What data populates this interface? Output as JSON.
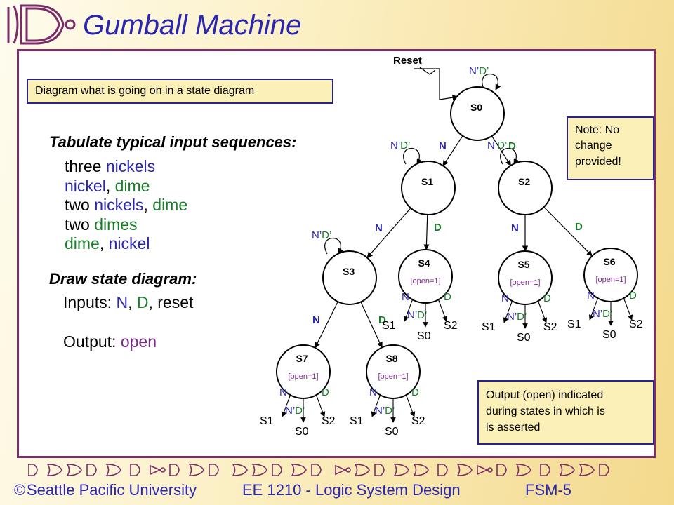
{
  "slide": {
    "title": "Gumball Machine",
    "intro": "Diagram what is going on in a state diagram",
    "heading_sequences": "Tabulate typical input sequences:",
    "sequences": [
      [
        {
          "t": "three ",
          "c": "black"
        },
        {
          "t": "nickels",
          "c": "nickel"
        }
      ],
      [
        {
          "t": "nickel",
          "c": "nickel"
        },
        {
          "t": ", ",
          "c": "black"
        },
        {
          "t": "dime",
          "c": "dime"
        }
      ],
      [
        {
          "t": "two ",
          "c": "black"
        },
        {
          "t": "nickels",
          "c": "nickel"
        },
        {
          "t": ", ",
          "c": "black"
        },
        {
          "t": "dime",
          "c": "dime"
        }
      ],
      [
        {
          "t": "two ",
          "c": "black"
        },
        {
          "t": "dimes",
          "c": "dime"
        }
      ],
      [
        {
          "t": "dime",
          "c": "dime"
        },
        {
          "t": ", ",
          "c": "black"
        },
        {
          "t": "nickel",
          "c": "nickel"
        }
      ]
    ],
    "heading_draw": "Draw state diagram:",
    "inputs_label": "Inputs: ",
    "inputs_n": "N",
    "inputs_sep1": ", ",
    "inputs_d": "D",
    "inputs_rest": ", reset",
    "output_label": "Output: ",
    "output_value": "open",
    "note_no_change": [
      "Note: No",
      "change",
      "provided!"
    ],
    "note_output": [
      "Output (open) indicated",
      "during states in which is",
      "is asserted"
    ]
  },
  "diagram": {
    "reset_label": "Reset",
    "open_label": "[open=1]",
    "nd_label": "N’D’",
    "n_label": "N",
    "d_label": "D",
    "states": [
      {
        "id": "S0",
        "open": false
      },
      {
        "id": "S1",
        "open": false
      },
      {
        "id": "S2",
        "open": false
      },
      {
        "id": "S3",
        "open": false
      },
      {
        "id": "S4",
        "open": true,
        "exits": [
          "S1",
          "S0",
          "S2"
        ]
      },
      {
        "id": "S5",
        "open": true,
        "exits": [
          "S1",
          "S0",
          "S2"
        ]
      },
      {
        "id": "S6",
        "open": true,
        "exits": [
          "S1",
          "S0",
          "S2"
        ]
      },
      {
        "id": "S7",
        "open": true,
        "exits": [
          "S1",
          "S0",
          "S2"
        ]
      },
      {
        "id": "S8",
        "open": true,
        "exits": [
          "S1",
          "S0",
          "S2"
        ]
      }
    ],
    "transitions": [
      {
        "from": "S0",
        "to": "S1",
        "input": "N"
      },
      {
        "from": "S0",
        "to": "S2",
        "input": "D"
      },
      {
        "from": "S1",
        "to": "S3",
        "input": "N"
      },
      {
        "from": "S1",
        "to": "S4",
        "input": "D"
      },
      {
        "from": "S2",
        "to": "S5",
        "input": "N"
      },
      {
        "from": "S2",
        "to": "S6",
        "input": "D"
      },
      {
        "from": "S3",
        "to": "S7",
        "input": "N"
      },
      {
        "from": "S3",
        "to": "S8",
        "input": "D"
      }
    ],
    "self_loops": [
      "S0",
      "S1",
      "S2",
      "S3"
    ]
  },
  "footer": {
    "copyright": "©",
    "university": "Seattle  Pacific University",
    "course": "EE 1210 - Logic System Design",
    "slide_id": "FSM-5"
  },
  "colors": {
    "title": "#2a26b0",
    "frame": "#7b2d6a",
    "nickel": "#2a26b0",
    "dime": "#1a7f2a",
    "open": "#7a2a86",
    "note_fill": "#fbf0b8"
  }
}
